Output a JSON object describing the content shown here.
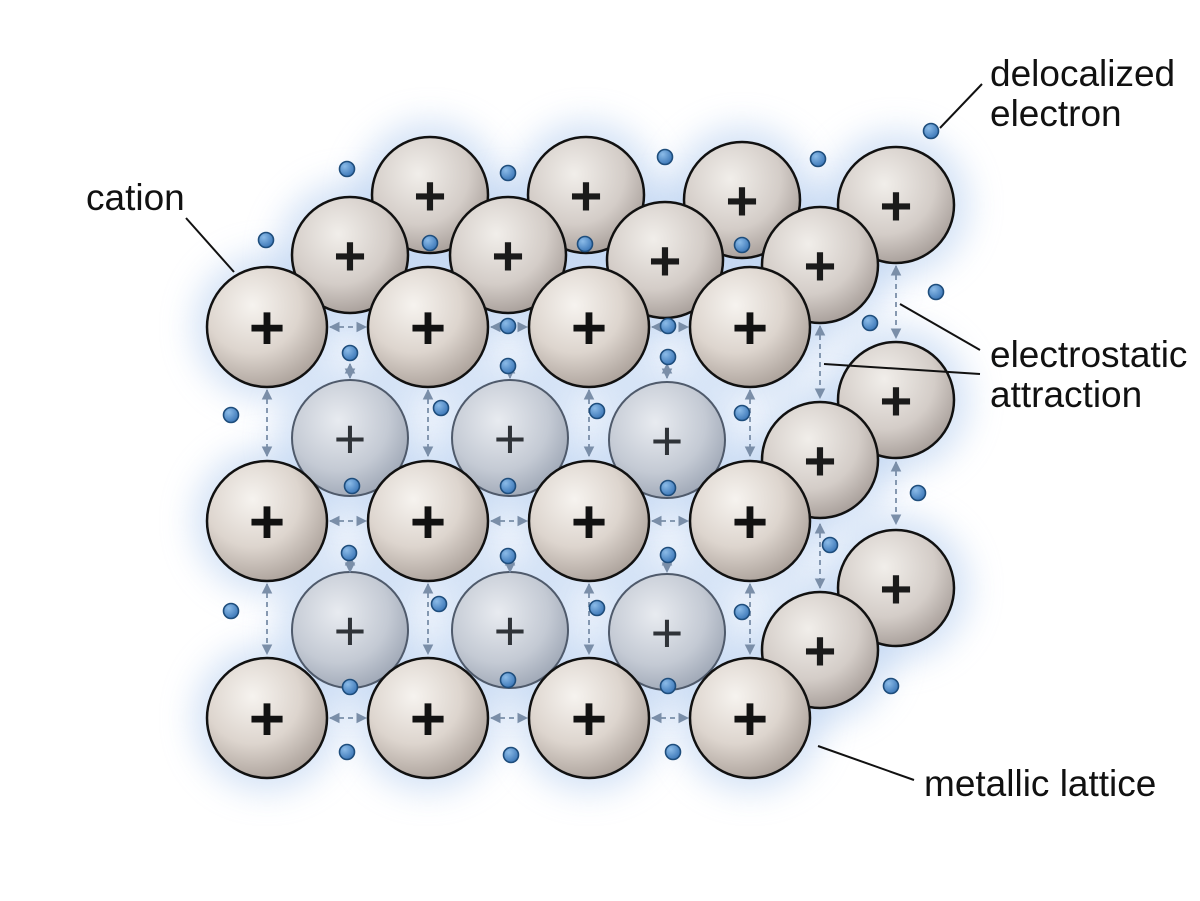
{
  "diagram": {
    "labels": {
      "cation": "cation",
      "delocalized_electron": [
        "delocalized",
        "electron"
      ],
      "electrostatic_attraction": [
        "electrostatic",
        "attraction"
      ],
      "metallic_lattice": "metallic lattice"
    },
    "ion_symbol": "+",
    "colors": {
      "cation_fill_light": "#f3efea",
      "cation_fill_dark": "#b5aba3",
      "cation_outline": "#111111",
      "electron_fill": "#4f8ecb",
      "electron_outline": "#1e4d7c",
      "electron_cloud": "#a9c6ec",
      "attraction_arrow": "#7a8ea8",
      "leader_line": "#111111"
    }
  }
}
